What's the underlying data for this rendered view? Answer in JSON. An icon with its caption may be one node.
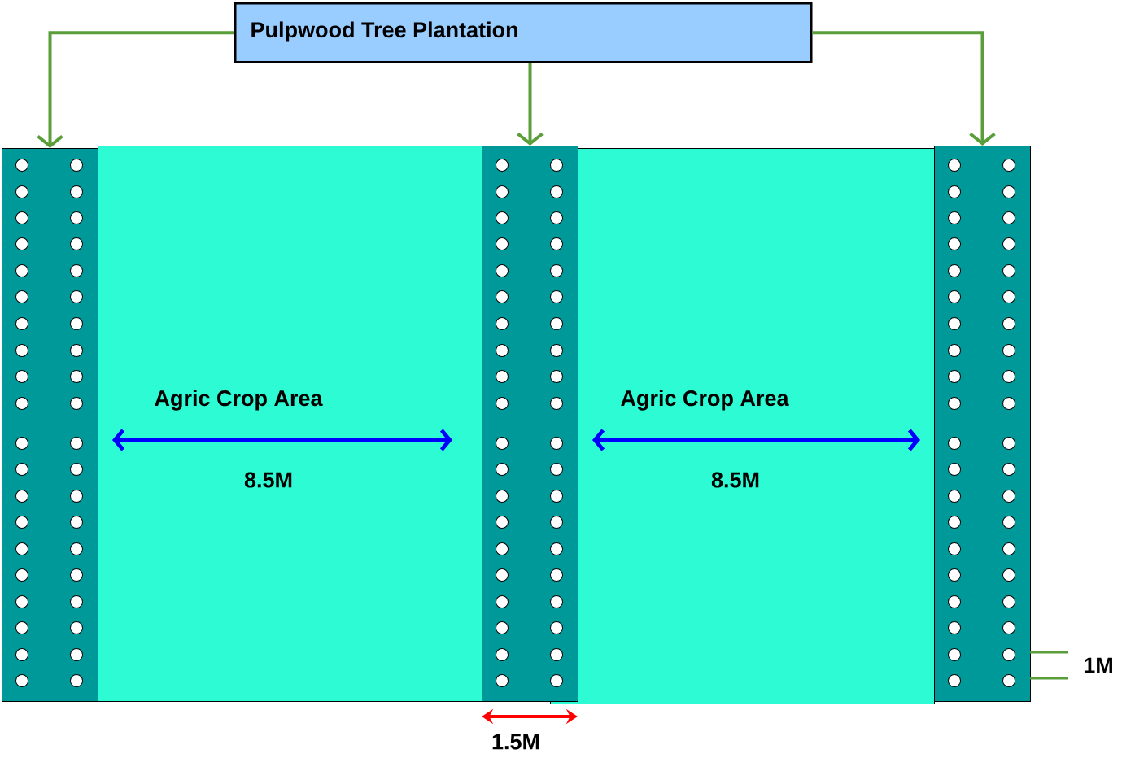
{
  "diagram": {
    "nodes": [
      {
        "text": [
          "Pulpwood Tree Plantation"
        ]
      },
      {
        "text": [],
        "shape": "bar"
      },
      {
        "text": [
          "Agric Crop Area",
          "8.5M"
        ]
      },
      {
        "text": [],
        "shape": "bar"
      },
      {
        "text": [
          "Agric Crop Area",
          "8.5M"
        ]
      },
      {
        "text": [],
        "shape": "bar"
      }
    ],
    "edges": [
      {
        "from": 0,
        "to": 1,
        "arrow": "to"
      },
      {
        "from": 0,
        "to": 3,
        "arrow": "to"
      },
      {
        "from": 0,
        "to": 5,
        "arrow": "to"
      }
    ],
    "labels": [
      "1.5M",
      "1M"
    ]
  }
}
